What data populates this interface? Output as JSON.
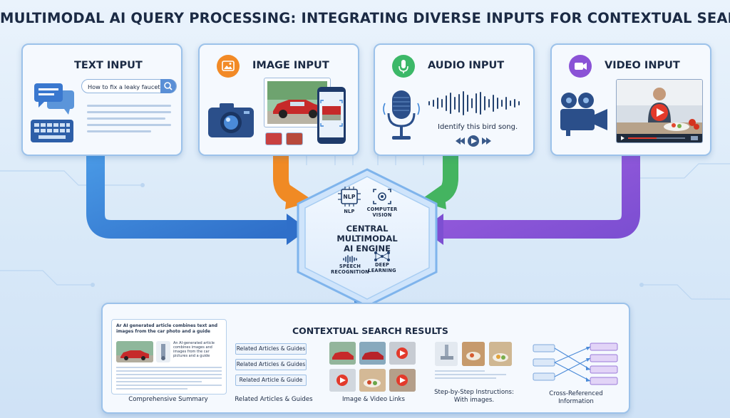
{
  "title": "MULTIMODAL AI QUERY PROCESSING: INTEGRATING DIVERSE INPUTS FOR CONTEXTUAL SEARCH",
  "inputs": {
    "text": {
      "title": "TEXT INPUT",
      "query": "How to fix a leaky faucet?",
      "icon": "chat-keyboard-icon",
      "color": "#3f7fd6"
    },
    "image": {
      "title": "IMAGE INPUT",
      "icon": "image-icon",
      "color": "#f28a26"
    },
    "audio": {
      "title": "AUDIO INPUT",
      "caption": "Identify this bird song.",
      "icon": "microphone-icon",
      "color": "#3cb868"
    },
    "video": {
      "title": "VIDEO INPUT",
      "icon": "video-camera-icon",
      "color": "#8a52d6"
    }
  },
  "engine": {
    "title_lines": [
      "CENTRAL",
      "MULTIMODAL",
      "AI ENGINE"
    ],
    "nlp_chip": "NLP",
    "nlp_label": "NLP",
    "cv_label_lines": [
      "COMPUTER",
      "VISION"
    ],
    "speech_label_lines": [
      "SPEECH",
      "RECOGNITION"
    ],
    "deep_label_lines": [
      "DEEP",
      "LEARNING"
    ]
  },
  "results": {
    "title": "CONTEXTUAL SEARCH RESULTS",
    "summary": {
      "heading": "Ar AI generated article combines text and images from the car photo and a guide",
      "side_text": "An AI-generated article combines images and images from the car pictures and a guide",
      "label": "Comprehensive Summary"
    },
    "related": {
      "items": [
        "Related Articles & Guides",
        "Related Articles & Guides",
        "Related Article & Guide"
      ],
      "label": "Related Articles & Guides"
    },
    "media": {
      "label": "Image & Video Links"
    },
    "steps": {
      "label_lines": [
        "Step-by-Step Instructions:",
        "With images."
      ]
    },
    "cross": {
      "label_lines": [
        "Cross-Referenced",
        "Information"
      ]
    }
  },
  "colors": {
    "text_arrow": "#3d86d8",
    "image_arrow": "#f08a24",
    "audio_arrow": "#44b460",
    "video_arrow": "#9a5ad8",
    "card_border": "#9cc2ea"
  }
}
